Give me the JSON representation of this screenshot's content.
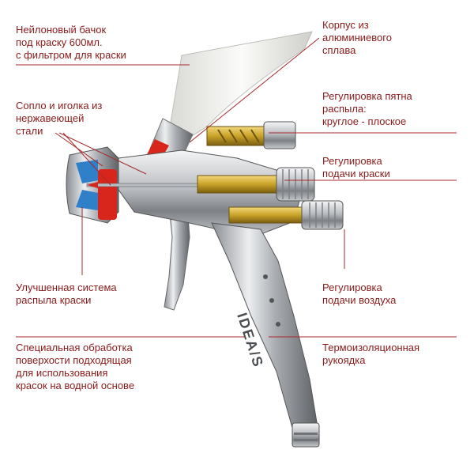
{
  "labels": {
    "tank": "Нейлоновый бачок\nпод краску 600мл.\nс фильтром для краски",
    "nozzle": "Сопло и иголка из\nнержавеющей\nстали",
    "atomization": "Улучшенная система\nраспыла краски",
    "coating": "Специальная обработка\nповерхости подходящая\nдля использования\nкрасок на водной основе",
    "body": "Корпус из\nалюминиевого\nсплава",
    "spray_pattern": "Регулировка пятна\nраспыла:\nкруглое - плоское",
    "paint_feed": "Регулировка\nподачи краски",
    "air_feed": "Регулировка\nподачи воздуха",
    "handle": "Термоизоляционная\nрукоядка"
  },
  "brand_text": "IDEA/S",
  "colors": {
    "label_text": "#8b1a1a",
    "leader_line": "#a52a2a",
    "cutaway_red": "#d8261c",
    "brass": "#c9a227",
    "metal_dark": "#6f7378",
    "metal_light": "#e3e5e8"
  }
}
